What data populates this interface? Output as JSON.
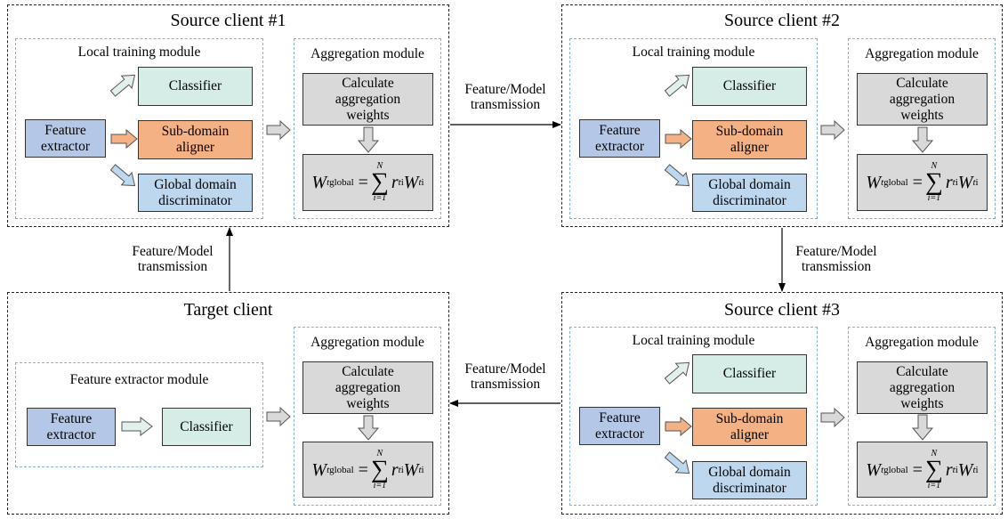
{
  "clients": {
    "source1": {
      "title": "Source client #1"
    },
    "source2": {
      "title": "Source client #2"
    },
    "source3": {
      "title": "Source client #3"
    },
    "target": {
      "title": "Target client"
    }
  },
  "modules": {
    "local_training": "Local training module",
    "aggregation": "Aggregation module",
    "feature_extractor_module": "Feature extractor module"
  },
  "blocks": {
    "feature_extractor": "Feature\nextractor",
    "classifier": "Classifier",
    "sub_domain_aligner": "Sub-domain\naligner",
    "global_domain_discriminator": "Global domain\ndiscriminator",
    "calc_weights": "Calculate\naggregation\nweights"
  },
  "formula": {
    "lhs": "W",
    "lhs_sup": "t",
    "lhs_sub": "global",
    "eq": "=",
    "sum_top": "N",
    "sum_symbol": "∑",
    "sum_bottom": "i=1",
    "r": "r",
    "r_sup": "t",
    "r_sub": "i",
    "w": "W",
    "w_sup": "t",
    "w_sub": "i"
  },
  "transmission_label": "Feature/Model\ntransmission",
  "colors": {
    "feature_extractor": "#b4c7e7",
    "classifier": "#d5ede6",
    "sub_domain_aligner": "#f4b183",
    "global_domain_discriminator": "#bdd7ee",
    "aggregation_box": "#d9d9d9",
    "module_border": "#7fb2d8"
  }
}
